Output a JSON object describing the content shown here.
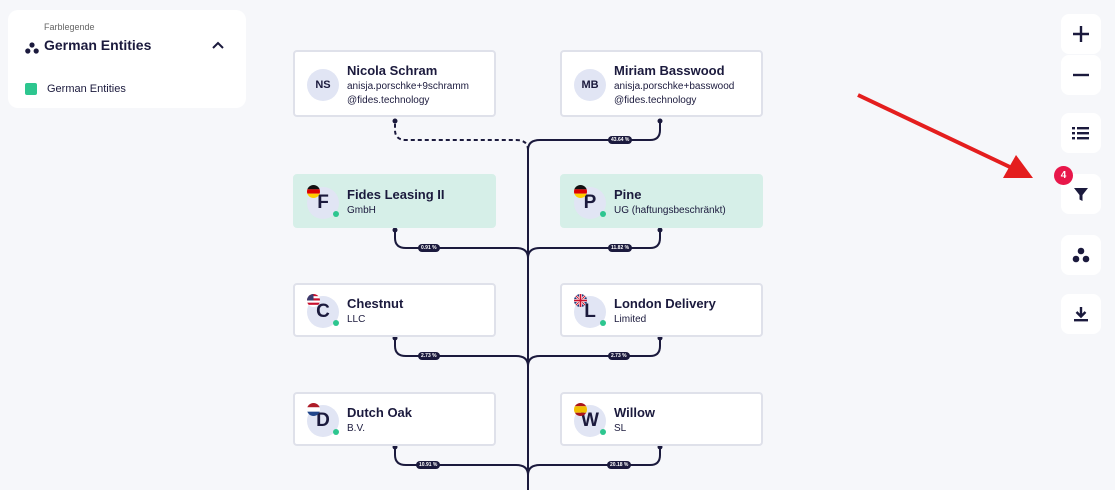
{
  "legend": {
    "subtitle": "Farblegende",
    "title": "German Entities",
    "items": [
      {
        "label": "German Entities",
        "color": "#2dc68f"
      }
    ]
  },
  "nodes": {
    "n1": {
      "initials": "NS",
      "name": "Nicola Schram",
      "line1": "anisja.porschke+9schramm",
      "line2": "@fides.technology"
    },
    "n2": {
      "initials": "MB",
      "name": "Miriam Basswood",
      "line1": "anisja.porschke+basswood",
      "line2": "@fides.technology"
    },
    "n3": {
      "initials": "F",
      "name": "Fides Leasing II",
      "line1": "GmbH",
      "flag": "germany-flag-icon"
    },
    "n4": {
      "initials": "P",
      "name": "Pine",
      "line1": "UG (haftungsbeschränkt)",
      "flag": "germany-flag-icon"
    },
    "n5": {
      "initials": "C",
      "name": "Chestnut",
      "line1": "LLC",
      "flag": "usa-flag-icon"
    },
    "n6": {
      "initials": "L",
      "name": "London Delivery",
      "line1": "Limited",
      "flag": "uk-flag-icon"
    },
    "n7": {
      "initials": "D",
      "name": "Dutch Oak",
      "line1": "B.V.",
      "flag": "netherlands-flag-icon"
    },
    "n8": {
      "initials": "W",
      "name": "Willow",
      "line1": "SL",
      "flag": "spain-flag-icon"
    }
  },
  "percents": {
    "p1": "43.64 %",
    "p2": "0.91 %",
    "p3": "11.82 %",
    "p4": "2.73 %",
    "p5": "2.73 %",
    "p6": "10.91 %",
    "p7": "20.18 %"
  },
  "toolbar": {
    "filter_count": "4"
  },
  "colors": {
    "accent": "#1b1a3d",
    "green": "#2dc68f",
    "highlight": "#d6efe8",
    "badge": "#e8174a",
    "arrow": "#e41e1e"
  }
}
